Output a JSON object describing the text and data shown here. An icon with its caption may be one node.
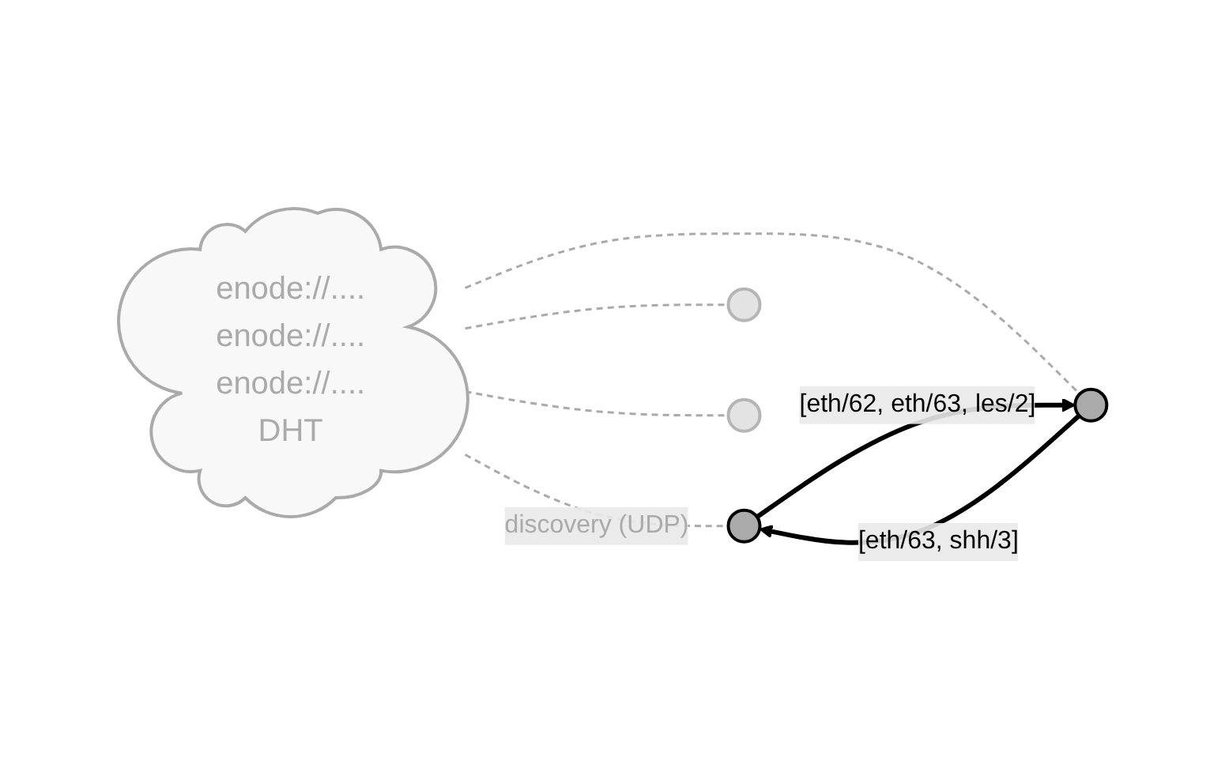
{
  "diagram": {
    "nodes": [
      {
        "text": [
          "enode://....",
          "enode://....",
          "enode://....",
          "DHT"
        ]
      },
      {
        "text": [],
        "shape": "circle"
      },
      {
        "text": [],
        "shape": "circle"
      },
      {
        "text": [],
        "shape": "circle"
      },
      {
        "text": [],
        "shape": "circle"
      }
    ],
    "edges": [
      {
        "from": 0,
        "to": 1,
        "arrow": "none",
        "label": "discovery (UDP)",
        "style": "dashed"
      },
      {
        "from": 0,
        "to": 2,
        "arrow": "none",
        "style": "dashed"
      },
      {
        "from": 0,
        "to": 3,
        "arrow": "none",
        "style": "dashed"
      },
      {
        "from": 0,
        "to": 4,
        "arrow": "none",
        "style": "dashed"
      },
      {
        "from": 1,
        "to": 3,
        "arrow": "to",
        "label": "[eth/62, eth/63, les/2]",
        "style": "thick",
        "color": "#000000"
      },
      {
        "from": 3,
        "to": 1,
        "arrow": "to",
        "label": "[eth/63, shh/3]",
        "style": "thick",
        "color": "#000000"
      }
    ]
  }
}
